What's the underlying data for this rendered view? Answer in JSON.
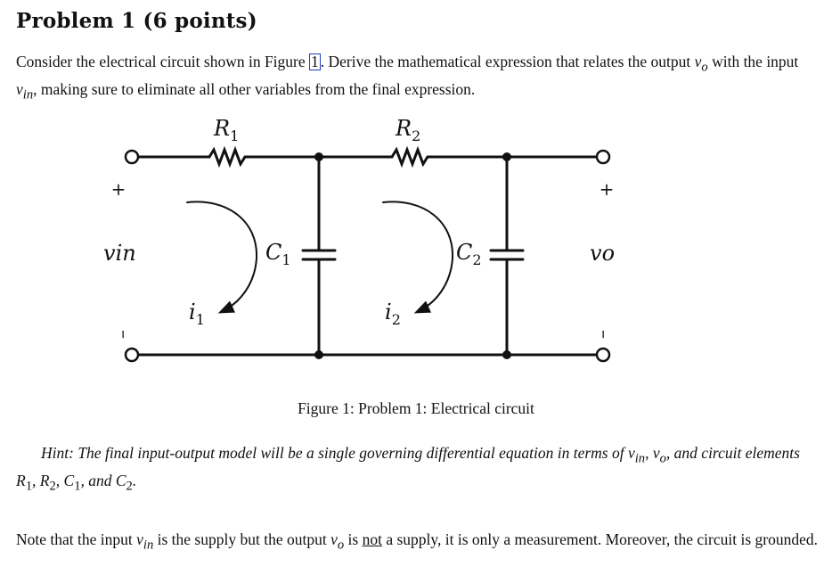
{
  "problem": {
    "title": "Problem 1 (6 points)"
  },
  "statement": {
    "part1": "Consider the electrical circuit shown in Figure ",
    "fig_ref": "1",
    "part2": ". Derive the mathematical expression that relates the output ",
    "vo": "v",
    "vo_sub": "o",
    "part3": " with the input ",
    "vin": "v",
    "vin_sub": "in",
    "part4": ", making sure to eliminate all other variables from the final expression."
  },
  "figure": {
    "caption": "Figure 1: Problem 1: Electrical circuit",
    "labels": {
      "R1": "R",
      "R1_sub": "1",
      "R2": "R",
      "R2_sub": "2",
      "C1": "C",
      "C1_sub": "1",
      "C2": "C",
      "C2_sub": "2",
      "i1": "i",
      "i1_sub": "1",
      "i2": "i",
      "i2_sub": "2",
      "vin": "v",
      "vin_sub": "in",
      "vo": "v",
      "vo_sub": "o",
      "plus": "+",
      "minus": "–"
    }
  },
  "hint": {
    "label": "Hint:",
    "text1": " The final input-output model will be a single governing differential equation in terms of ",
    "vin": "v",
    "vin_sub": "in",
    "sep1": ", ",
    "vo": "v",
    "vo_sub": "o",
    "text2": ", and circuit elements ",
    "r1": "R",
    "r1_sub": "1",
    "sep2": ", ",
    "r2": "R",
    "r2_sub": "2",
    "sep3": ", ",
    "c1": "C",
    "c1_sub": "1",
    "text3": ", and ",
    "c2": "C",
    "c2_sub": "2",
    "end": "."
  },
  "note": {
    "text1": "Note that the input ",
    "vin": "v",
    "vin_sub": "in",
    "text2": " is the supply but the output ",
    "vo": "v",
    "vo_sub": "o",
    "text3": " is ",
    "not": "not",
    "text4": " a supply, it is only a measurement. Moreover, the circuit is grounded."
  }
}
